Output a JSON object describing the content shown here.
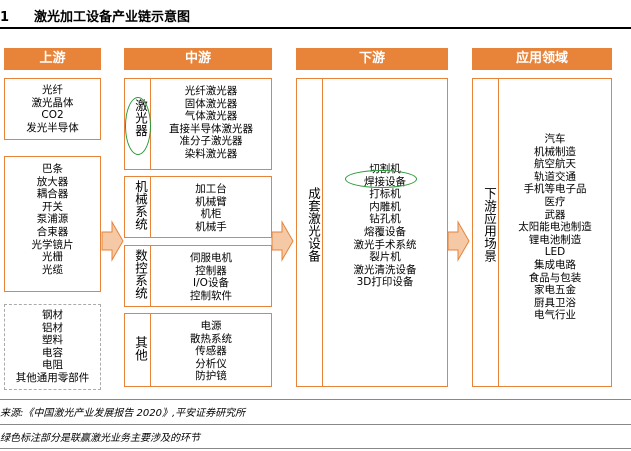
{
  "title": {
    "number": "1",
    "text": "激光加工设备产业链示意图"
  },
  "columns": {
    "upstream": {
      "header": "上游",
      "group1": [
        "光纤",
        "激光晶体",
        "CO2",
        "发光半导体"
      ],
      "group2": [
        "巴条",
        "放大器",
        "耦合器",
        "开关",
        "泵浦源",
        "合束器",
        "光学镜片",
        "光栅",
        "光缆"
      ],
      "group3": [
        "钢材",
        "铝材",
        "塑料",
        "电容",
        "电阻",
        "其他通用零部件"
      ]
    },
    "midstream": {
      "header": "中游",
      "groups": [
        {
          "label": "激光器",
          "items": [
            "光纤激光器",
            "固体激光器",
            "气体激光器",
            "直接半导体激光器",
            "准分子激光器",
            "染料激光器"
          ]
        },
        {
          "label": "机械系统",
          "items": [
            "加工台",
            "机械臂",
            "机柜",
            "机械手"
          ]
        },
        {
          "label": "数控系统",
          "items": [
            "伺服电机",
            "控制器",
            "I/O设备",
            "控制软件"
          ]
        },
        {
          "label": "其他",
          "items": [
            "电源",
            "散热系统",
            "传感器",
            "分析仪",
            "防护镜"
          ]
        }
      ]
    },
    "downstream": {
      "header": "下游",
      "label": "成套激光设备",
      "items": [
        "切割机",
        "焊接设备",
        "打标机",
        "内雕机",
        "钻孔机",
        "熔覆设备",
        "激光手术系统",
        "裂片机",
        "激光清洗设备",
        "3D打印设备"
      ]
    },
    "applications": {
      "header": "应用领域",
      "label": "下游应用场景",
      "items": [
        "汽车",
        "机械制造",
        "航空航天",
        "轨道交通",
        "手机等电子品",
        "医疗",
        "武器",
        "太阳能电池制造",
        "锂电池制造",
        "LED",
        "集成电路",
        "食品与包装",
        "家电五金",
        "厨具卫浴",
        "电气行业"
      ]
    }
  },
  "source": "来源:《中国激光产业发展报告 2020》,平安证券研究所",
  "note": "绿色标注部分是联赢激光业务主要涉及的环节",
  "colors": {
    "accent": "#e8833a",
    "highlight": "#2d9a3a",
    "arrow": "#f5c9a6"
  }
}
